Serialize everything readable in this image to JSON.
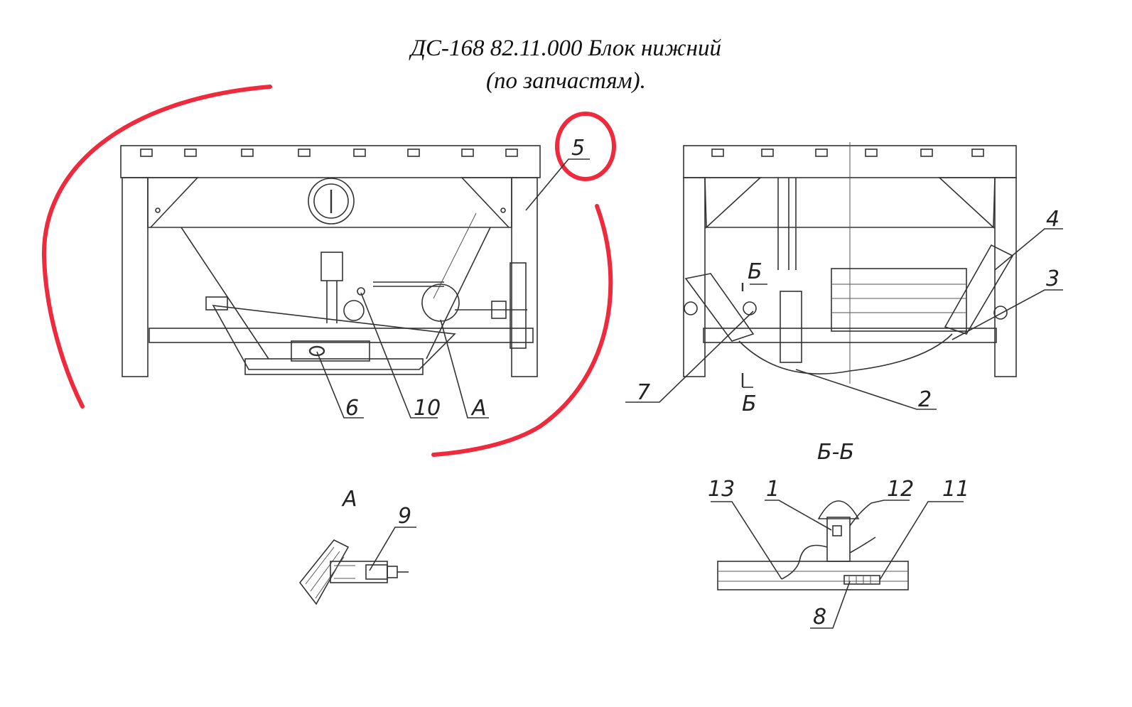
{
  "title": {
    "line1": "ДС-168 82.11.000 Блок нижний",
    "line2": "(по запчастям)."
  },
  "callouts": {
    "c1": "1",
    "c2": "2",
    "c3": "3",
    "c4": "4",
    "c5": "5",
    "c6": "6",
    "c7": "7",
    "c8": "8",
    "c9": "9",
    "c10": "10",
    "c11": "11",
    "c12": "12",
    "c13": "13",
    "cA": "A",
    "cB1": "Б",
    "cB2": "Б"
  },
  "views": {
    "detail_a": "A",
    "section_bb": "Б-Б"
  },
  "colors": {
    "line": "#333333",
    "highlight": "#ee2a3c",
    "background": "#ffffff"
  }
}
